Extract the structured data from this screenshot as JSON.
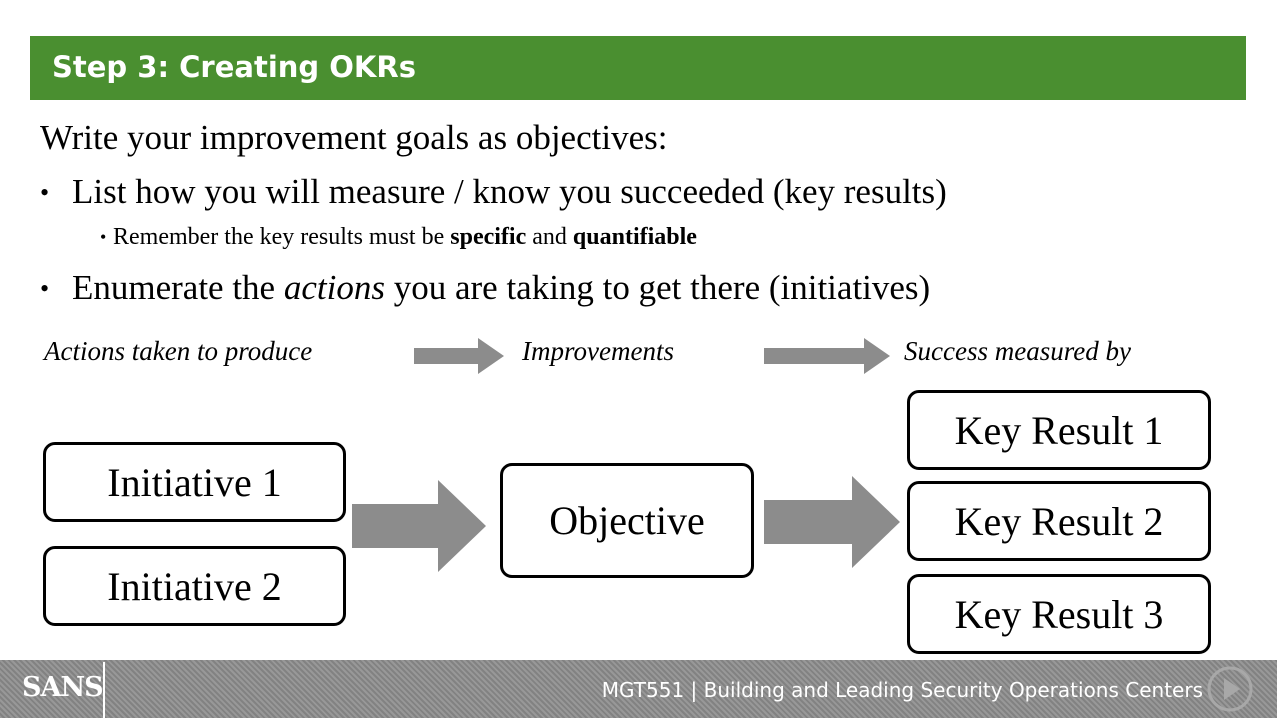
{
  "header": {
    "title": "Step 3: Creating OKRs"
  },
  "intro": "Write your improvement goals as objectives:",
  "bullets": {
    "measure": "List how you will measure / know you succeeded (key results)",
    "sub": {
      "pre": "Remember the key results must be ",
      "bold1": "specific",
      "mid": " and ",
      "bold2": "quantifiable"
    },
    "enumerate": {
      "pre": "Enumerate the ",
      "italic": "actions",
      "post": " you are taking to get there (initiatives)"
    }
  },
  "flow": {
    "actions": "Actions taken to produce",
    "improvements": "Improvements",
    "success": "Success measured by"
  },
  "diagram": {
    "initiatives": [
      "Initiative 1",
      "Initiative 2"
    ],
    "objective": "Objective",
    "key_results": [
      "Key Result 1",
      "Key Result 2",
      "Key Result 3"
    ]
  },
  "footer": {
    "logo": "SANS",
    "course": "MGT551 | Building and Leading Security Operations Centers"
  },
  "colors": {
    "header_green": "#4a8f30",
    "arrow_gray": "#8c8c8c",
    "footer_gray": "#8a8a8a"
  }
}
